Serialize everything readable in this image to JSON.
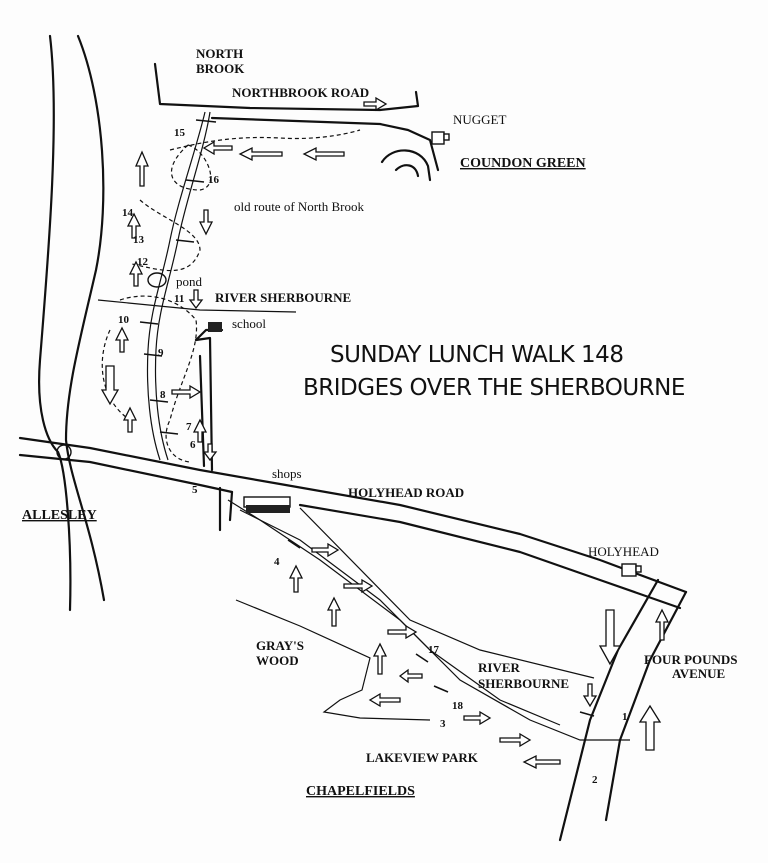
{
  "title": {
    "line1": "SUNDAY LUNCH WALK 148",
    "line2": "BRIDGES OVER THE SHERBOURNE"
  },
  "labels": {
    "north_brook_1": "NORTH",
    "north_brook_2": "BROOK",
    "northbrook_road": "NORTHBROOK ROAD",
    "nugget": "NUGGET",
    "coundon_green": "COUNDON GREEN",
    "old_route": "old route of North Brook",
    "pond": "pond",
    "river_sherbourne_north": "RIVER SHERBOURNE",
    "school": "school",
    "shops": "shops",
    "holyhead_road": "HOLYHEAD ROAD",
    "allesley": "ALLESLEY",
    "holyhead": "HOLYHEAD",
    "grays_wood_1": "GRAY'S",
    "grays_wood_2": "WOOD",
    "four_pounds_1": "FOUR POUNDS",
    "four_pounds_2": "AVENUE",
    "river_sherbourne_south_1": "RIVER",
    "river_sherbourne_south_2": "SHERBOURNE",
    "lakeview_park": "LAKEVIEW PARK",
    "chapelfields": "CHAPELFIELDS"
  },
  "points": [
    "1",
    "2",
    "3",
    "4",
    "5",
    "6",
    "7",
    "8",
    "9",
    "10",
    "11",
    "12",
    "13",
    "14",
    "15",
    "16",
    "17",
    "18"
  ],
  "colors": {
    "ink": "#111111",
    "paper": "#fdfdfd"
  }
}
